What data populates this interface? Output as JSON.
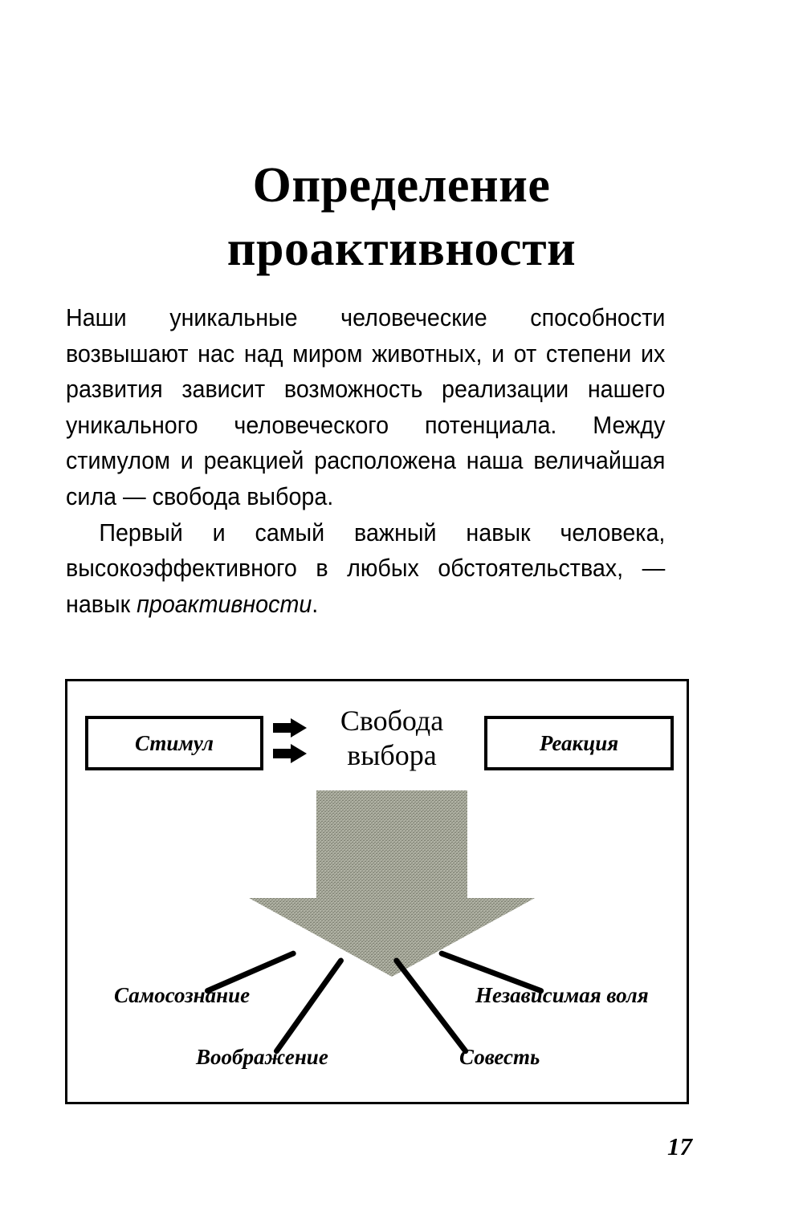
{
  "page": {
    "title_lines": [
      "Определение",
      "проактивности"
    ],
    "folio": "17"
  },
  "body": {
    "paragraph_1": "Наши уникальные человеческие способности возвышают нас над миром животных, и от степени их развития зависит возможность реализации нашего уникального человеческого потенциала. Между стимулом и реакцией расположена наша величайшая сила — свобода выбора.",
    "paragraph_2_before_italic": "Первый и самый важный навык человека, высокоэффективного в любых обстоятельствах, — навык ",
    "paragraph_2_italic": "проактивности",
    "paragraph_2_after_italic": "."
  },
  "diagram": {
    "stimulus_label": "Стимул",
    "reaction_label": "Реакция",
    "freedom_lines": [
      "Свобода",
      "выбора"
    ],
    "leaves": [
      {
        "key": "self_awareness",
        "label": "Самосознание"
      },
      {
        "key": "independent_will",
        "label": "Независимая воля"
      },
      {
        "key": "imagination",
        "label": "Воображение"
      },
      {
        "key": "conscience",
        "label": "Совесть"
      }
    ],
    "colors": {
      "arrow_fill": "#9a9c8e",
      "line_stroke": "#000000",
      "frame_stroke": "#000000",
      "page_background": "#ffffff"
    }
  }
}
